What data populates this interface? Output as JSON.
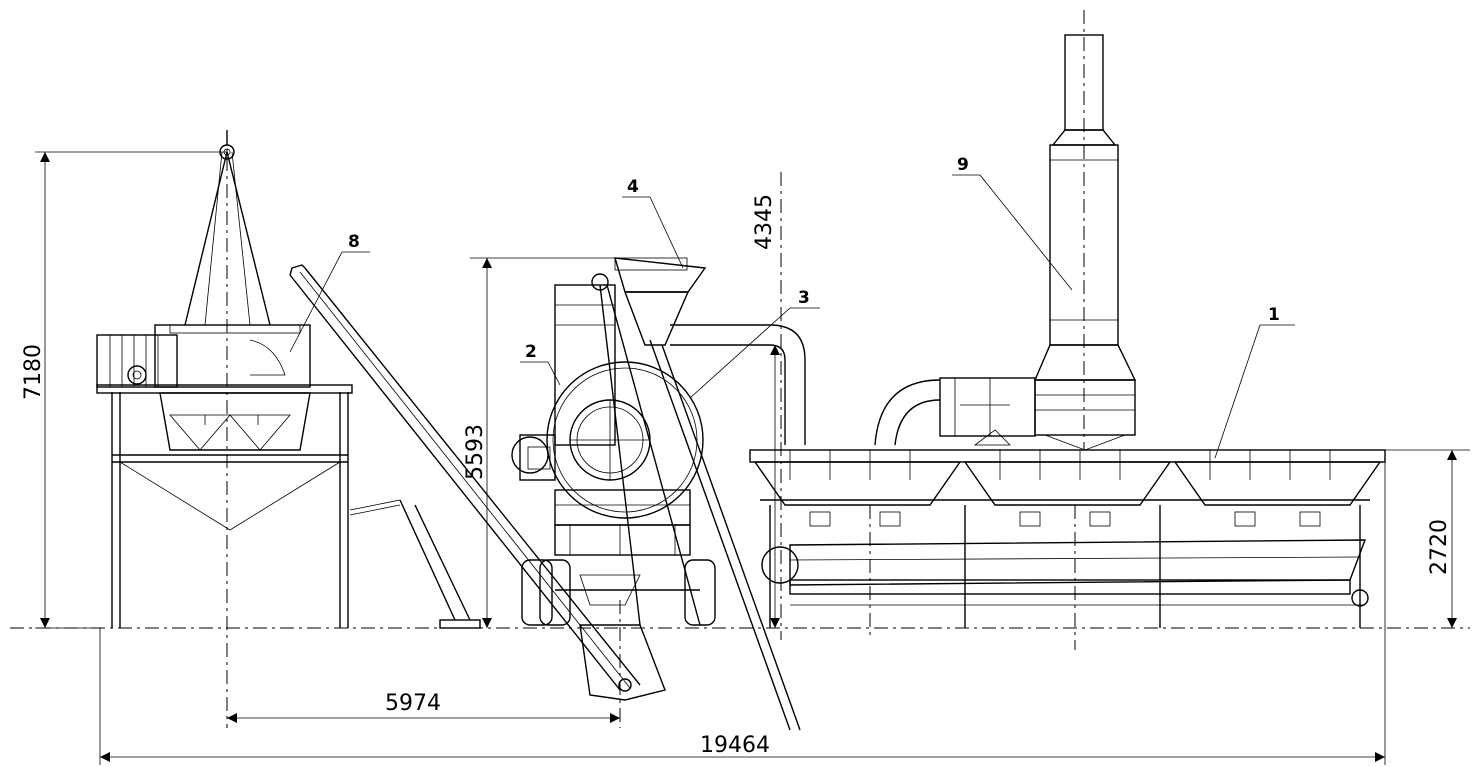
{
  "dimensions": {
    "overall_length": "19464",
    "left_height": "7180",
    "mixer_height": "5593",
    "pipe_height": "4345",
    "bin_height": "2720",
    "horizontal_offset": "5974"
  },
  "callouts": {
    "c1": "1",
    "c2": "2",
    "c3": "3",
    "c4": "4",
    "c8": "8",
    "c9": "9"
  }
}
